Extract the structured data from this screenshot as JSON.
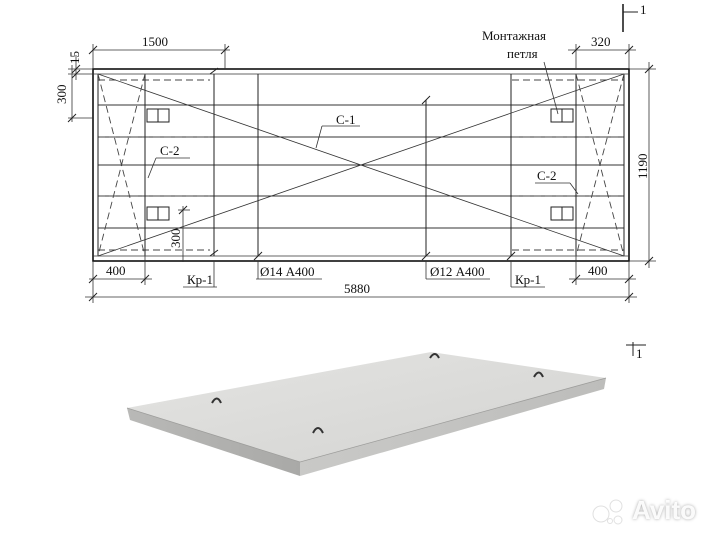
{
  "section_mark": "1",
  "section_mark_3d": "1",
  "dims": {
    "top_left": "1500",
    "top_right": "320",
    "offset_15": "15",
    "left_300": "300",
    "height": "1190",
    "inner_300": "300",
    "bottom_left": "400",
    "bottom_right": "400",
    "total": "5880"
  },
  "labels": {
    "mounting_loop_line1": "Монтажная",
    "mounting_loop_line2": "петля",
    "mesh_c1": "С-1",
    "mesh_c2_left": "С-2",
    "mesh_c2_right": "С-2",
    "frame_left": "Кр-1",
    "frame_right": "Кр-1",
    "rebar_14": "Ø14 А400",
    "rebar_12": "Ø12 А400"
  },
  "watermark": {
    "text": "Avito",
    "icon": "avito-logo-icon"
  }
}
